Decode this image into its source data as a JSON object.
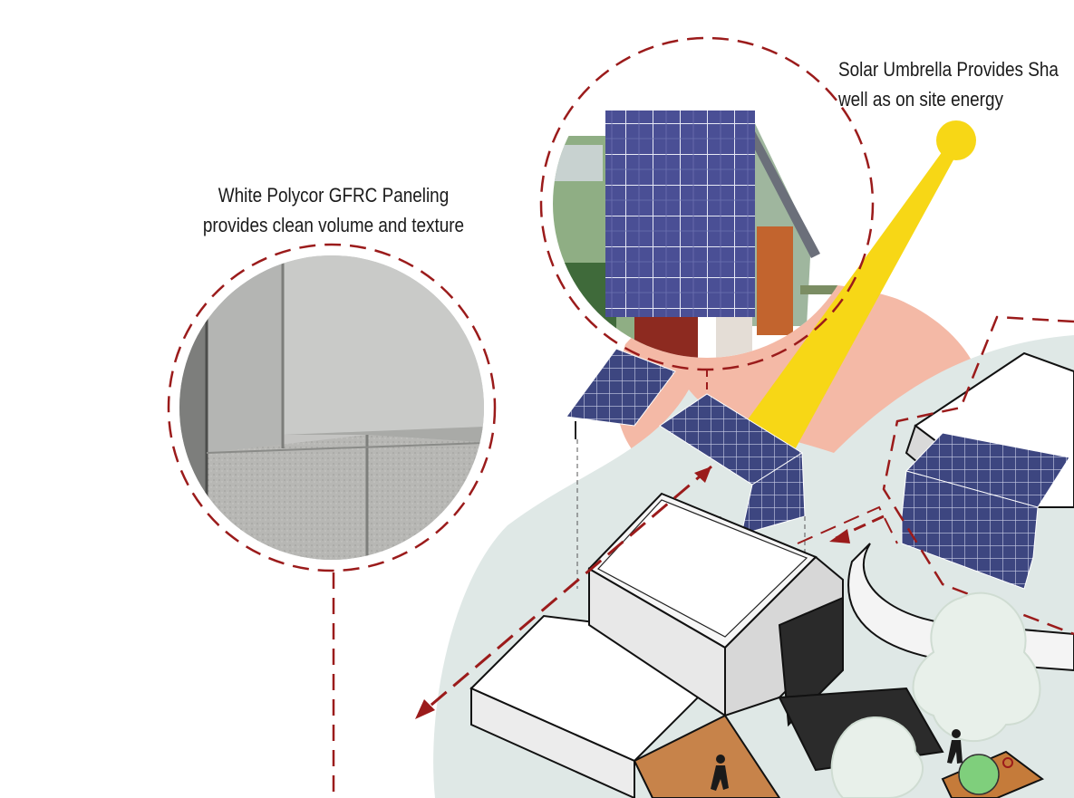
{
  "annotations": {
    "paneling": {
      "line1": "White Polycor GFRC Paneling",
      "line2": "provides clean volume and texture"
    },
    "solar": {
      "line1": "Solar Umbrella Provides Sha",
      "line2": "well as on site energy"
    }
  },
  "colors": {
    "callout_dash": "#9b1b1b",
    "sun_beam": "#f7d716",
    "salmon_blob": "#f4b9a6",
    "grey_blob": "#dfe8e6",
    "panel_blue": "#3b3f7a"
  },
  "icons": {
    "sun": "sun-icon",
    "path_arrows": "red-dashed-arrow"
  }
}
